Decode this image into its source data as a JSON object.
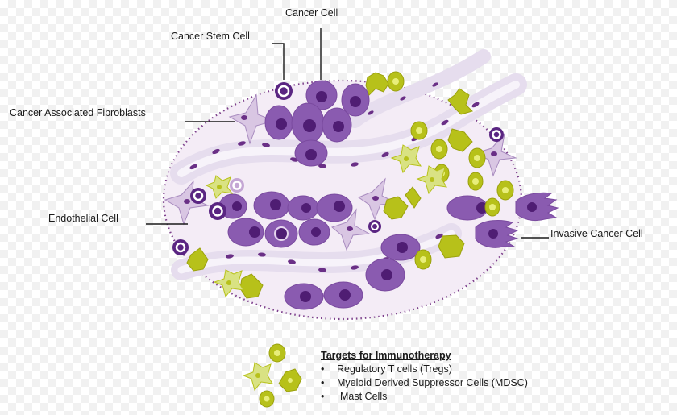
{
  "labels": {
    "cancer_cell": "Cancer Cell",
    "cancer_stem_cell": "Cancer Stem Cell",
    "fibroblasts": "Cancer Associated Fibroblasts",
    "endothelial_cell": "Endothelial Cell",
    "invasive_cancer_cell": "Invasive Cancer Cell"
  },
  "legend": {
    "title": "Targets for Immunotherapy",
    "items": [
      "Regulatory T cells (Tregs)",
      "Myeloid Derived Suppressor Cells (MDSC)",
      "Mast Cells"
    ]
  },
  "colors": {
    "cancer_cell": "#8a5bb0",
    "nucleus": "#4f1d73",
    "tissue": "#f4ecf6",
    "boundary": "#7d3f8c",
    "immune_cell": "#b7c11a",
    "vessel": "#e9e2ef"
  }
}
